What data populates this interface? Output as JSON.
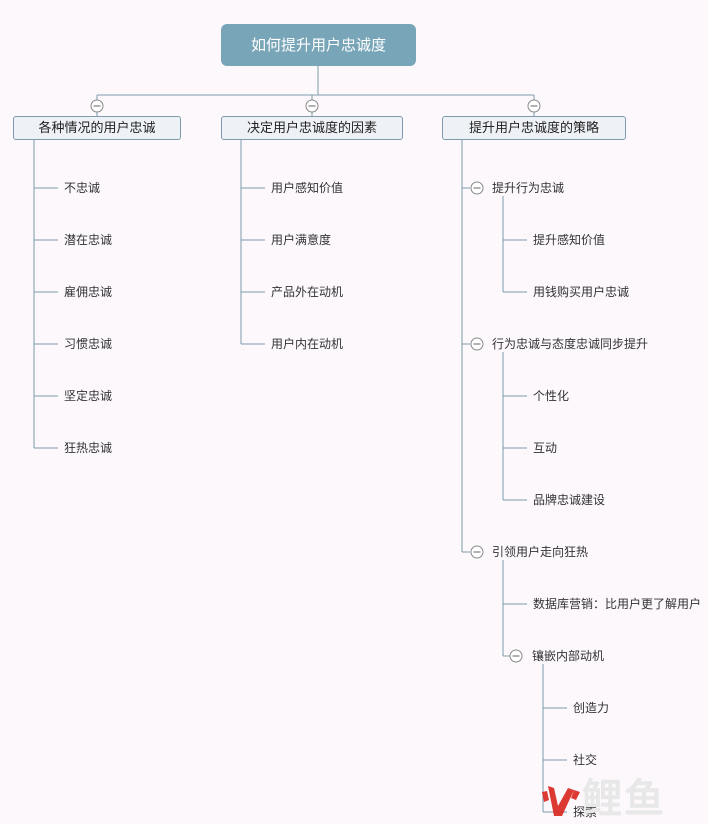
{
  "root": "如何提升用户忠诚度",
  "branches": [
    {
      "label": "各种情况的用户忠诚",
      "children": [
        "不忠诚",
        "潜在忠诚",
        "雇佣忠诚",
        "习惯忠诚",
        "坚定忠诚",
        "狂热忠诚"
      ]
    },
    {
      "label": "决定用户忠诚度的因素",
      "children": [
        "用户感知价值",
        "用户满意度",
        "产品外在动机",
        "用户内在动机"
      ]
    },
    {
      "label": "提升用户忠诚度的策略",
      "groups": [
        {
          "label": "提升行为忠诚",
          "children": [
            "提升感知价值",
            "用钱购买用户忠诚"
          ]
        },
        {
          "label": "行为忠诚与态度忠诚同步提升",
          "children": [
            "个性化",
            "互动",
            "品牌忠诚建设"
          ]
        },
        {
          "label": "引领用户走向狂热",
          "children": [
            "数据库营销：比用户更了解用户"
          ],
          "sub": {
            "label": "镶嵌内部动机",
            "children": [
              "创造力",
              "社交",
              "探索"
            ]
          }
        }
      ]
    }
  ],
  "watermark": "鲤鱼",
  "colors": {
    "line": "#7d9bad",
    "root_bg": "#78a5b8",
    "branch_bg": "#eef2f6",
    "logo": "#d9251d"
  },
  "icons": {
    "collapse": "minus-circle-icon"
  }
}
